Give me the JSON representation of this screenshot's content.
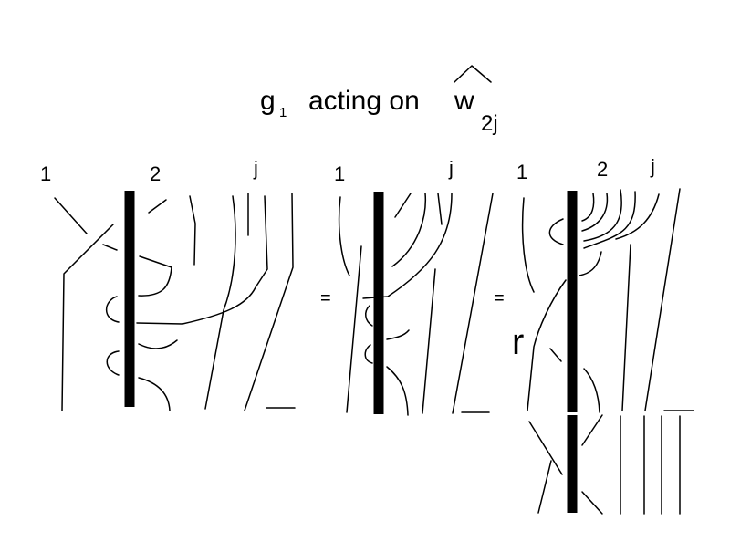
{
  "title": {
    "g": "g",
    "g_sub": "1",
    "middle": "acting on",
    "w": "w",
    "w_sub": "2j"
  },
  "panels": [
    {
      "labels": [
        "1",
        "2",
        "j"
      ]
    },
    {
      "labels": [
        "1",
        "j"
      ]
    },
    {
      "labels": [
        "1",
        "2",
        "j"
      ],
      "extra_label": "r"
    }
  ],
  "equals": [
    "=",
    "="
  ]
}
